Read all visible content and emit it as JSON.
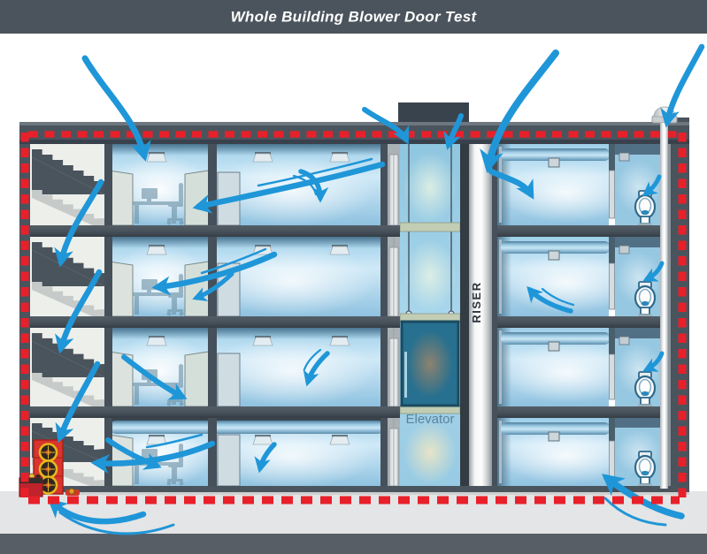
{
  "title": "Whole Building Blower Door Test",
  "labels": {
    "riser": "RISER",
    "elevator": "Elevator"
  },
  "colors": {
    "header_bg": "#4b545c",
    "structure_gray": "#4a545d",
    "envelope_dashed_red": "#e8202a",
    "airflow_blue": "#1f96d8",
    "room_light_blue": "#cfe9f7",
    "stair_light": "#c6cbca",
    "ground": "#e4e5e6",
    "footer_strip": "#575e65",
    "fan_panel_red": "#d8352c",
    "fan_ring_yellow": "#e8b61e",
    "riser_metal": "#d9dde0",
    "shaft_blue": "#a8d6ec"
  }
}
